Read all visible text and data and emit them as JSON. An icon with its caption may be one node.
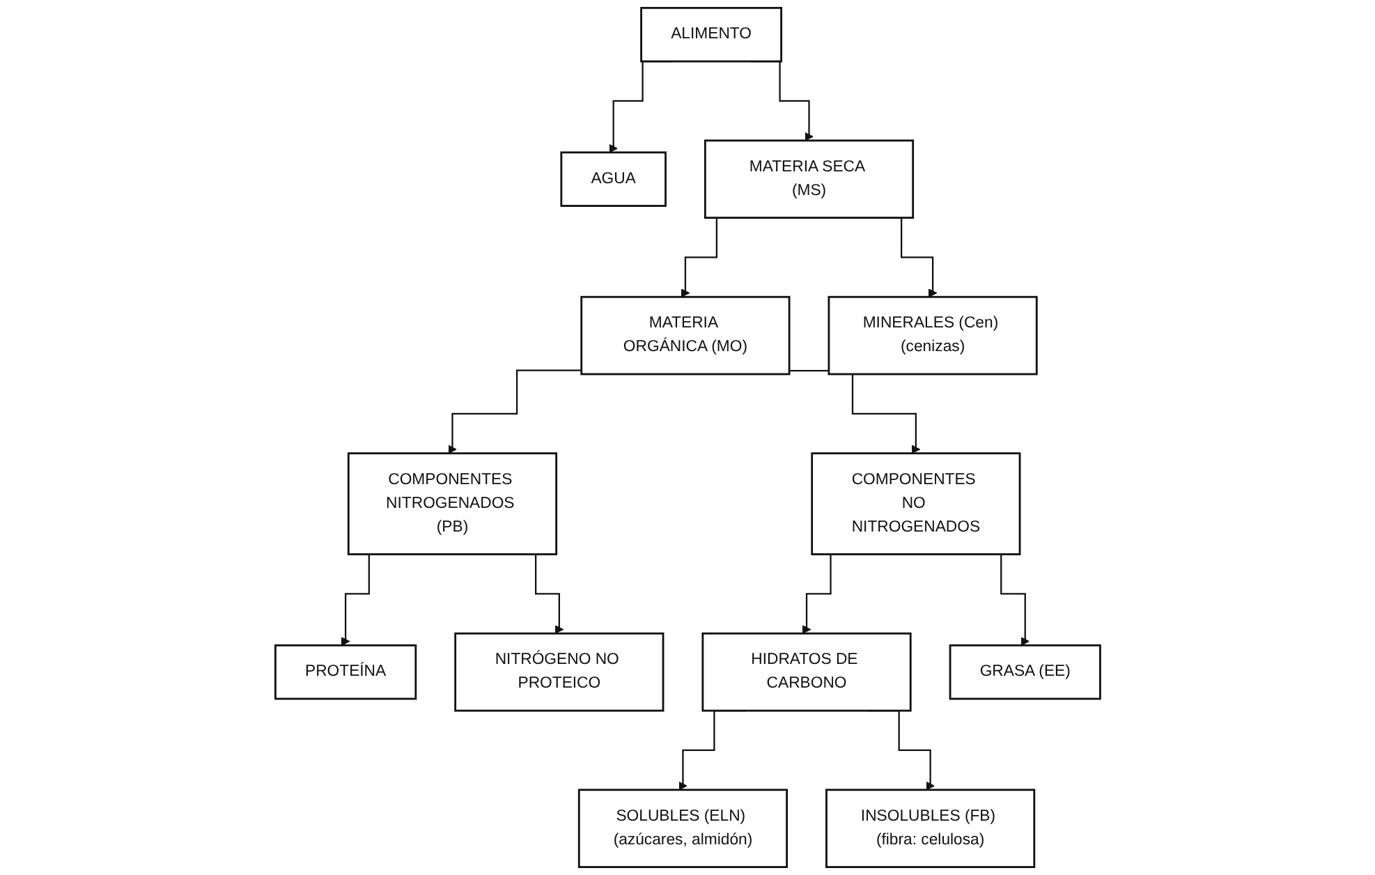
{
  "diagram": {
    "nodes": [
      {
        "text": [
          "ALIMENTO"
        ]
      },
      {
        "text": [
          "AGUA"
        ]
      },
      {
        "text": [
          "MATERIA SECA (MS)"
        ]
      },
      {
        "text": [
          "MATERIA ORGÁNICA (MO)"
        ]
      },
      {
        "text": [
          "MINERALES (Cen) (cenizas)"
        ]
      },
      {
        "text": [
          "COMPONENTES NITROGENADOS (PB)"
        ]
      },
      {
        "text": [
          "COMPONENTES NO NITROGENADOS"
        ]
      },
      {
        "text": [
          "PROTEÍNA"
        ]
      },
      {
        "text": [
          "NITRÓGENO NO PROTEICO"
        ]
      },
      {
        "text": [
          "HIDRATOS DE CARBONO"
        ]
      },
      {
        "text": [
          "GRASA (EE)"
        ]
      },
      {
        "text": [
          "SOLUBLES (ELN) (azúcares, almidón)"
        ]
      },
      {
        "text": [
          "INSOLUBLES (FB) (fibra: celulosa)"
        ]
      }
    ],
    "edges": [
      {
        "from": 0,
        "to": 1,
        "arrow": "to"
      },
      {
        "from": 0,
        "to": 2,
        "arrow": "to"
      },
      {
        "from": 2,
        "to": 3,
        "arrow": "to"
      },
      {
        "from": 2,
        "to": 4,
        "arrow": "to"
      },
      {
        "from": 3,
        "to": 5,
        "arrow": "to"
      },
      {
        "from": 3,
        "to": 6,
        "arrow": "to"
      },
      {
        "from": 5,
        "to": 7,
        "arrow": "to"
      },
      {
        "from": 5,
        "to": 8,
        "arrow": "to"
      },
      {
        "from": 6,
        "to": 9,
        "arrow": "to"
      },
      {
        "from": 6,
        "to": 10,
        "arrow": "to"
      },
      {
        "from": 9,
        "to": 11,
        "arrow": "to"
      },
      {
        "from": 9,
        "to": 12,
        "arrow": "to"
      }
    ]
  }
}
